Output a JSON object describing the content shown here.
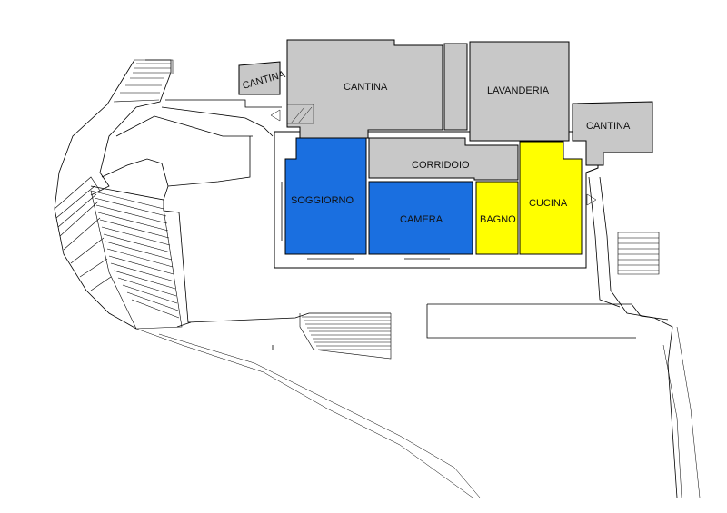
{
  "colors": {
    "background": "#ffffff",
    "cellar_gray": "#c8c8c8",
    "living_blue": "#1a6fe0",
    "service_yellow": "#ffff00",
    "line": "#000000"
  },
  "rooms": {
    "cantina_small_left": "CANTINA",
    "cantina_main": "CANTINA",
    "lavanderia": "LAVANDERIA",
    "cantina_right": "CANTINA",
    "corridoio": "CORRIDOIO",
    "soggiorno": "SOGGIORNO",
    "camera": "CAMERA",
    "bagno": "BAGNO",
    "cucina": "CUCINA"
  },
  "icons": [
    "entry-arrow-icon",
    "entry-arrow-icon",
    "stair-icon"
  ]
}
